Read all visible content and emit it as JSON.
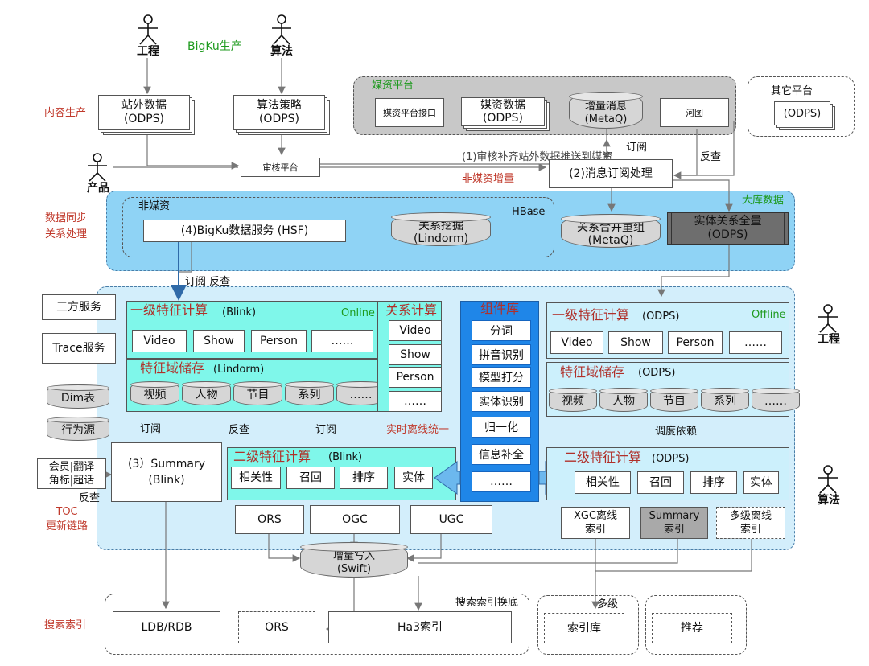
{
  "top": {
    "eng_label": "工程",
    "algo_label": "算法",
    "bigku_label": "BigKu生产",
    "content_prod": "内容生产",
    "offsite_data": "站外数据\n(ODPS)",
    "algo_strategy": "算法策略\n(ODPS)",
    "review_platform": "审核平台",
    "product_label": "产品"
  },
  "media": {
    "title": "媒资平台",
    "interface": "媒资平台接口",
    "media_data": "媒资数据\n(ODPS)",
    "incr_msg": "增量消息\n(MetaQ)",
    "river": "河图"
  },
  "other": {
    "title": "其它平台",
    "odps": "(ODPS)"
  },
  "sync": {
    "step1": "(1)审核补齐站外数据推送到媒资",
    "subscribe": "订阅",
    "check_back": "反查",
    "non_media_incr": "非媒资增量",
    "step2": "(2)消息订阅处理",
    "left_label": "数据同步\n关系处理",
    "non_media": "非媒资",
    "hbase": "HBase",
    "bigku_service": "(4)BigKu数据服务 (HSF)",
    "relation_mining": "关系挖掘\n(Lindorm)",
    "merge": "关系合并重组\n(MetaQ)",
    "full": "实体关系全量\n(ODPS)",
    "big_lib": "大库数据",
    "sub_check": "订阅  反查"
  },
  "side": {
    "third": "三方服务",
    "trace": "Trace服务",
    "dim": "Dim表",
    "behavior": "行为源",
    "member": "会员|翻译\n角标|超话",
    "check_back": "反查",
    "toc": "TOC\n更新链路",
    "search_index": "搜索索引"
  },
  "online": {
    "title": "一级特征计算",
    "title_suffix": "(Blink)",
    "tag": "Online",
    "items": [
      "Video",
      "Show",
      "Person",
      "……"
    ],
    "storage_title": "特征域储存",
    "storage_suffix": "(Lindorm)",
    "storage_items": [
      "视频",
      "人物",
      "节目",
      "系列",
      "……"
    ]
  },
  "relation": {
    "title": "关系计算",
    "items": [
      "Video",
      "Show",
      "Person",
      "……"
    ]
  },
  "components": {
    "title": "组件库",
    "items": [
      "分词",
      "拼音识别",
      "模型打分",
      "实体识别",
      "归一化",
      "信息补全",
      "……"
    ]
  },
  "offline": {
    "title": "一级特征计算",
    "title_suffix": "(ODPS)",
    "tag": "Offline",
    "items": [
      "Video",
      "Show",
      "Person",
      "……"
    ],
    "storage_title": "特征域储存",
    "storage_suffix": "(ODPS)",
    "storage_items": [
      "视频",
      "人物",
      "节目",
      "系列",
      "……"
    ],
    "sched": "调度依赖",
    "second_title": "二级特征计算",
    "second_suffix": "(ODPS)",
    "second_items": [
      "相关性",
      "召回",
      "排序",
      "实体"
    ],
    "eng_label": "工程",
    "algo_label": "算法"
  },
  "mid": {
    "sub1": "订阅",
    "check": "反查",
    "sub2": "订阅",
    "unify": "实时离线统一",
    "summary": "(3）Summary\n(Blink)",
    "second_title": "二级特征计算",
    "second_suffix": "(Blink)",
    "second_items": [
      "相关性",
      "召回",
      "排序",
      "实体"
    ],
    "ors": "ORS",
    "ogc": "OGC",
    "ugc": "UGC",
    "xgc": "XGC离线\n索引",
    "summary_idx": "Summary\n索引",
    "multi_idx": "多级离线\n索引",
    "swift": "增量写入\n(Swift)"
  },
  "bottom": {
    "search_swap": "搜索索引换底",
    "ldb": "LDB/RDB",
    "ors": "ORS",
    "ha3": "Ha3索引",
    "multi": "多级",
    "index_lib": "索引库",
    "recommend": "推荐"
  }
}
